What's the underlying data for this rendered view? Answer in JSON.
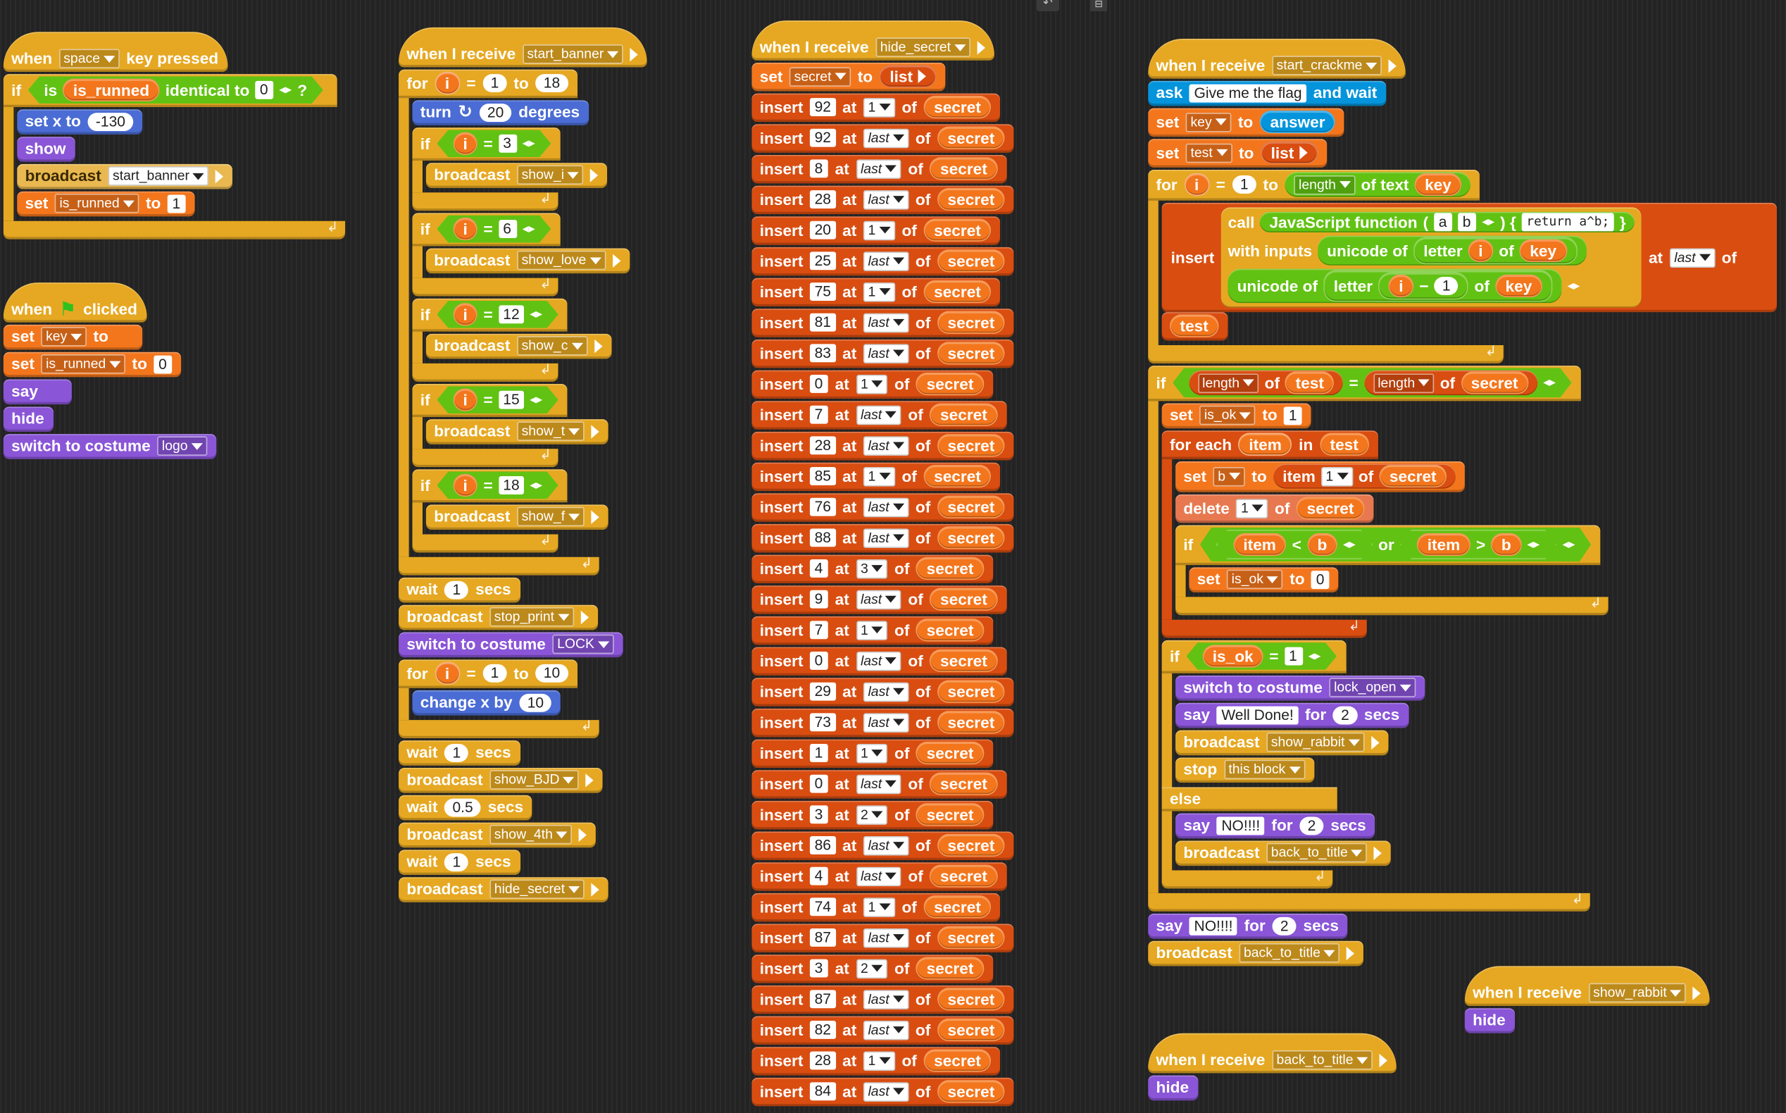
{
  "toolbar": {
    "undo_icon": "↶",
    "corner_icon": "⊟"
  },
  "s1": {
    "hat": "when",
    "key": "space",
    "hat2": "key pressed",
    "if": "if",
    "is": "is",
    "var": "is_runned",
    "identical": "identical to",
    "val": "0",
    "q": "?",
    "setx": "set x to",
    "x": "-130",
    "show": "show",
    "broadcast": "broadcast",
    "msg": "start_banner",
    "set": "set",
    "to": "to",
    "val1": "1"
  },
  "s2": {
    "hat": "when",
    "hat2": "clicked",
    "set": "set",
    "key": "key",
    "to": "to",
    "keyval": "",
    "var": "is_runned",
    "val": "0",
    "say": "say",
    "sayval": "",
    "hide": "hide",
    "switch": "switch to costume",
    "costume": "logo"
  },
  "s3": {
    "hat": "when I receive",
    "msg": "start_banner",
    "for": "for",
    "i": "i",
    "eq": "=",
    "to": "to",
    "from": "1",
    "end": "18",
    "turn": "turn",
    "deg": "20",
    "degrees": "degrees",
    "if": "if",
    "broadcast": "broadcast",
    "ifs": [
      {
        "n": "3",
        "msg": "show_i"
      },
      {
        "n": "6",
        "msg": "show_love"
      },
      {
        "n": "12",
        "msg": "show_c"
      },
      {
        "n": "15",
        "msg": "show_t"
      },
      {
        "n": "18",
        "msg": "show_f"
      }
    ],
    "wait": "wait",
    "secs": "secs",
    "w1": "1",
    "stop": "stop_print",
    "switch": "switch to costume",
    "costume": "LOCK",
    "from2": "1",
    "end2": "10",
    "changex": "change x by",
    "dx": "10",
    "w2": "1",
    "bjd": "show_BJD",
    "w3": "0.5",
    "fourth": "show_4th",
    "w4": "1",
    "hide": "hide_secret"
  },
  "s4": {
    "hat": "when I receive",
    "msg": "hide_secret",
    "set": "set",
    "var": "secret",
    "to": "to",
    "list": "list",
    "insert": "insert",
    "at": "at",
    "of": "of",
    "rows": [
      {
        "v": "92",
        "p": "1",
        "i": false
      },
      {
        "v": "92",
        "p": "last",
        "i": true
      },
      {
        "v": "8",
        "p": "last",
        "i": true
      },
      {
        "v": "28",
        "p": "last",
        "i": true
      },
      {
        "v": "20",
        "p": "1",
        "i": false
      },
      {
        "v": "25",
        "p": "last",
        "i": true
      },
      {
        "v": "75",
        "p": "1",
        "i": false
      },
      {
        "v": "81",
        "p": "last",
        "i": true
      },
      {
        "v": "83",
        "p": "last",
        "i": true
      },
      {
        "v": "0",
        "p": "1",
        "i": false
      },
      {
        "v": "7",
        "p": "last",
        "i": true
      },
      {
        "v": "28",
        "p": "last",
        "i": true
      },
      {
        "v": "85",
        "p": "1",
        "i": false
      },
      {
        "v": "76",
        "p": "last",
        "i": true
      },
      {
        "v": "88",
        "p": "last",
        "i": true
      },
      {
        "v": "4",
        "p": "3",
        "i": false
      },
      {
        "v": "9",
        "p": "last",
        "i": true
      },
      {
        "v": "7",
        "p": "1",
        "i": false
      },
      {
        "v": "0",
        "p": "last",
        "i": true
      },
      {
        "v": "29",
        "p": "last",
        "i": true
      },
      {
        "v": "73",
        "p": "last",
        "i": true
      },
      {
        "v": "1",
        "p": "1",
        "i": false
      },
      {
        "v": "0",
        "p": "last",
        "i": true
      },
      {
        "v": "3",
        "p": "2",
        "i": false
      },
      {
        "v": "86",
        "p": "last",
        "i": true
      },
      {
        "v": "4",
        "p": "last",
        "i": true
      },
      {
        "v": "74",
        "p": "1",
        "i": false
      },
      {
        "v": "87",
        "p": "last",
        "i": true
      },
      {
        "v": "3",
        "p": "2",
        "i": false
      },
      {
        "v": "87",
        "p": "last",
        "i": true
      },
      {
        "v": "82",
        "p": "last",
        "i": true
      },
      {
        "v": "28",
        "p": "1",
        "i": false
      },
      {
        "v": "84",
        "p": "last",
        "i": true
      }
    ]
  },
  "s5": {
    "hat": "when I receive",
    "msg": "start_crackme",
    "ask": "ask",
    "prompt": "Give me the flag",
    "andwait": "and wait",
    "set": "set",
    "key": "key",
    "to": "to",
    "answer": "answer",
    "test": "test",
    "list": "list",
    "for": "for",
    "i": "i",
    "eq": "=",
    "from": "1",
    "length": "length",
    "oftext": "of text",
    "insert": "insert",
    "call": "call",
    "jsf": "JavaScript function",
    "pa": "a",
    "pb": "b",
    "code": "return a^b;",
    "withinputs": "with inputs",
    "unicodeof": "unicode of",
    "letter": "letter",
    "of": "of",
    "minus": "−",
    "one": "1",
    "at": "at",
    "last": "last",
    "if": "if",
    "length2": "length",
    "secret": "secret",
    "isok": "is_ok",
    "one2": "1",
    "foreach": "for each",
    "item": "item",
    "in": "in",
    "b": "b",
    "itempos": "1",
    "delete": "delete",
    "delpos": "1",
    "lt": "<",
    "gt": ">",
    "or": "or",
    "zero": "0",
    "switch": "switch to costume",
    "costume": "lock_open",
    "say": "say",
    "welldone": "Well Done!",
    "for2": "for",
    "secs": "secs",
    "two": "2",
    "broadcast": "broadcast",
    "rabbit": "show_rabbit",
    "stop": "stop",
    "thisblock": "this block",
    "else": "else",
    "no": "NO!!!!",
    "back": "back_to_title"
  },
  "s6": {
    "hat": "when I receive",
    "msg": "show_rabbit",
    "hide": "hide"
  },
  "s7": {
    "hat": "when I receive",
    "msg": "back_to_title",
    "hide": "hide"
  }
}
